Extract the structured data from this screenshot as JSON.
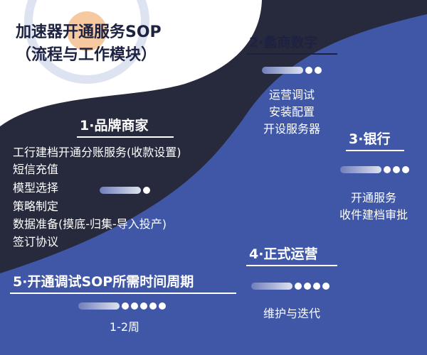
{
  "title": {
    "line1": "加速器开通服务SOP",
    "line2": "（流程与工作模块）"
  },
  "steps": [
    {
      "heading": "1·品牌商家",
      "items": [
        "工行建档开通分账服务(收款设置)",
        "短信充值",
        "模型选择",
        "策略制定",
        "数据准备(摸底-归集-导入投产)",
        "签订协议"
      ],
      "progress_dots": 1
    },
    {
      "heading": "2·蠡商数字",
      "items": [
        "运营调试",
        "安装配置",
        "开设服务器"
      ],
      "progress_dots": 2
    },
    {
      "heading": "3·银行",
      "items": [
        "开通服务",
        "收件建档审批"
      ],
      "progress_dots": 3
    },
    {
      "heading": "4·正式运营",
      "items": [
        "维护与迭代"
      ],
      "progress_dots": 4
    },
    {
      "heading": "5·开通调试SOP所需时间周期",
      "items": [
        "1-2周"
      ],
      "progress_dots": 5
    }
  ],
  "colors": {
    "dark_text": "#1d2240",
    "light_text": "#ffffff",
    "blue": "#3f57a6",
    "navy": "#272a3d",
    "white_bg": "#ffffff",
    "accent_orange": "#f6c9a0"
  }
}
